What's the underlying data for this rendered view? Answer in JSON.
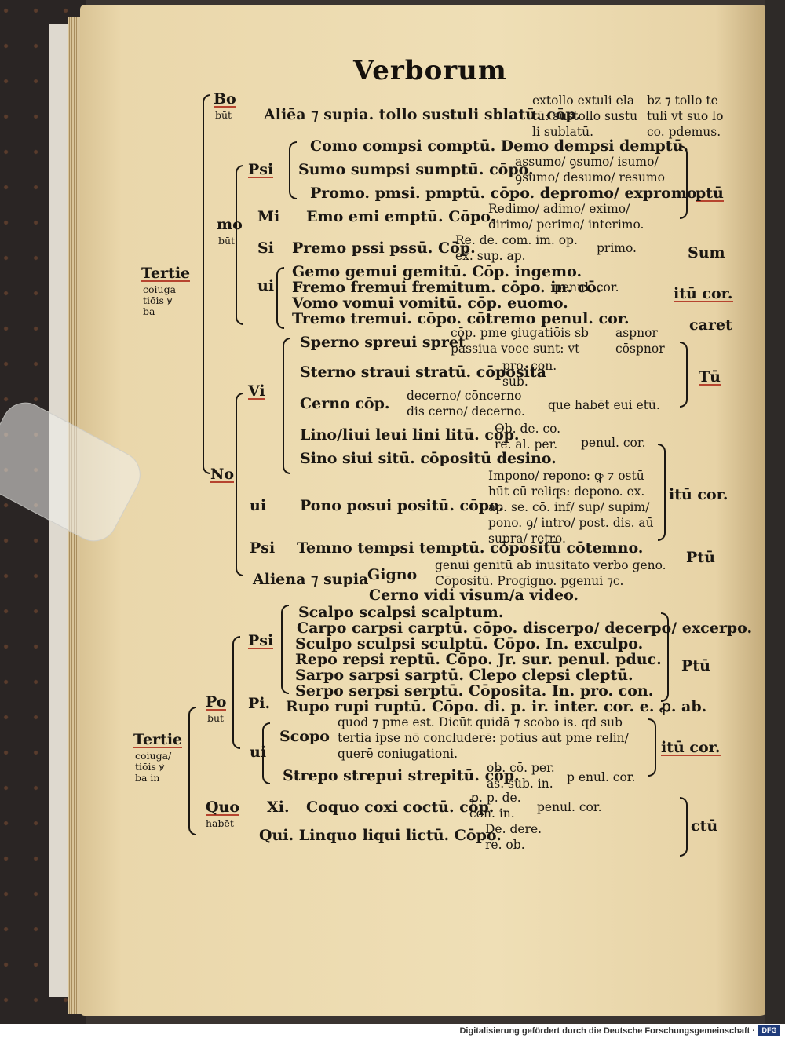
{
  "page": {
    "title": "Verborum",
    "left_headers": {
      "tertie_1": [
        "Tertie",
        "coiuga",
        "tiōis ꝟ",
        "ba"
      ],
      "tertie_2": [
        "Tertie",
        "coiuga/",
        "tiōis ꝟ",
        "ba in"
      ]
    },
    "col1": {
      "bo": [
        "Bo",
        "būt"
      ],
      "mo": [
        "mo",
        "būt"
      ],
      "no": "No",
      "po": [
        "Po",
        "būt"
      ],
      "quo": [
        "Quo",
        "habēt"
      ]
    },
    "col2": {
      "psi": "Psi",
      "mi": "Mi",
      "si": "Si",
      "ui": "ui",
      "vi": "Vi",
      "ui2": "ui",
      "psi2": "Psi",
      "psi3": "Psi",
      "pi": "Pi.",
      "ui3": "ui",
      "xi": "Xi."
    },
    "lines": [
      "Aliēa ⁊ supia. tollo sustuli sblatū. cōp.",
      "Como compsi comptū. Demo dempsi demptū.",
      "Sumo sumpsi sumptū. cōpo.",
      "Promo. pmsi. pmptū. cōpo. depromo/ expromo.",
      "Emo emi emptū. Cōpo.",
      "Premo pssi pssū. Cōp.",
      "Gemo gemui gemitū. Cōp. ingemo.",
      "Fremo fremui fremitum. cōpo. in. cō.",
      "Vomo vomui vomitū. cōp. euomo.",
      "Tremo tremui. cōpo. cōtremo penul. cor.",
      "Sperno spreui spret",
      "Sterno straui stratū. cōposita",
      "Cerno cōp.",
      "Lino/liui leui lini litū. cōp.",
      "Sino siui sitū. cōpositū desino.",
      "Pono posui positū. cōpo.",
      "Temno tempsi temptū. cōpositū cōtemno.",
      "Aliena ⁊ supia",
      "Gigno",
      "Cerno vidi visum/a video.",
      "Scalpo scalpsi scalptum.",
      "Carpo carpsi carptū. cōpo. discerpo/ decerpo/ excerpo.",
      "Sculpo sculpsi sculptū. Cōpo. In. exculpo.",
      "Repo repsi reptū. Cōpo. Jr. sur. penul. pduc.",
      "Sarpo sarpsi sarptū. Clepo clepsi cleptū.",
      "Serpo serpsi serptū. Cōposita. In. pro. con.",
      "Rupo rupi ruptū. Cōpo. di. p. ir. inter. cor. e. ꝓ. ab.",
      "Scopo",
      "Strepo strepui strepitū. cōp.",
      "Coquo coxi coctū. cōp.",
      "Qui. Linquo liqui lictū. Cōpo."
    ],
    "subs": {
      "extollo": [
        "extollo extuli ela",
        "tū: sustollo sustu",
        "li sublatū."
      ],
      "bz": [
        "bz ⁊ tollo te",
        "tuli vt suo lo",
        "co. pdemus."
      ],
      "sumo": [
        "assumo/ ꝯsumo/ isumo/",
        "ꝯsumo/ desumo/ resumo"
      ],
      "emo": [
        "Redimo/ adimo/ eximo/",
        "dirimo/ perimo/ interimo."
      ],
      "premo": [
        "Re. de. com. im. op.",
        "ex. sup. ap."
      ],
      "premo_r": "primo.",
      "fremo_r": "penul. cor.",
      "sperno": [
        "cōp. pme ꝯiugatiōis sb",
        "passiua voce sunt: vt"
      ],
      "sperno_r": [
        "aspnor",
        "cōspnor"
      ],
      "sterno": [
        "pro. con.",
        "sub."
      ],
      "cerno": [
        "decerno/ cōncerno",
        "dis cerno/ decerno."
      ],
      "cerno_r": "que habēt eui etū.",
      "lino": [
        "Ob. de. co.",
        "re. al. per."
      ],
      "lino_r": "penul. cor.",
      "pono": [
        "Impono/ repono: ꝙ ⁊ ostū",
        "hūt cū reliqs: depono. ex.",
        "ap. se. cō. inf/ sup/ supim/",
        "pono. ꝯ/ intro/ post. dis. aū",
        "supra/ retro."
      ],
      "gigno": [
        "genui genitū ab inusitato verbo geno.",
        "Cōpositū. Progigno. pgenui ⁊c."
      ],
      "scopo": [
        "quod ⁊ pme est. Dicūt quidā ⁊ scobo is. qd sub",
        "tertia ipse nō concluderē: potius aūt pme relin/",
        "querē coniugationi."
      ],
      "strepo": [
        "ob. cō. per.",
        "as. sub. in."
      ],
      "strepo_r": "p enul. cor.",
      "coquo": [
        "ꝓ. p. de.",
        "con. in."
      ],
      "coquo_r": "penul. cor.",
      "linquo": [
        "De. dere.",
        "re. ob."
      ]
    },
    "right": {
      "ptu": "ptū",
      "sum": "Sum",
      "itu": "itū cor.",
      "caret": "caret",
      "tu": "Tū",
      "itu2": "itū cor.",
      "ptu2": "Ptū",
      "ptu3": "Ptū",
      "itu3": "itū cor.",
      "ctu": "ctū"
    }
  },
  "footer": {
    "credit": "Digitalisierung gefördert durch die Deutsche Forschungsgemeinschaft ·",
    "logo": "DFG"
  }
}
